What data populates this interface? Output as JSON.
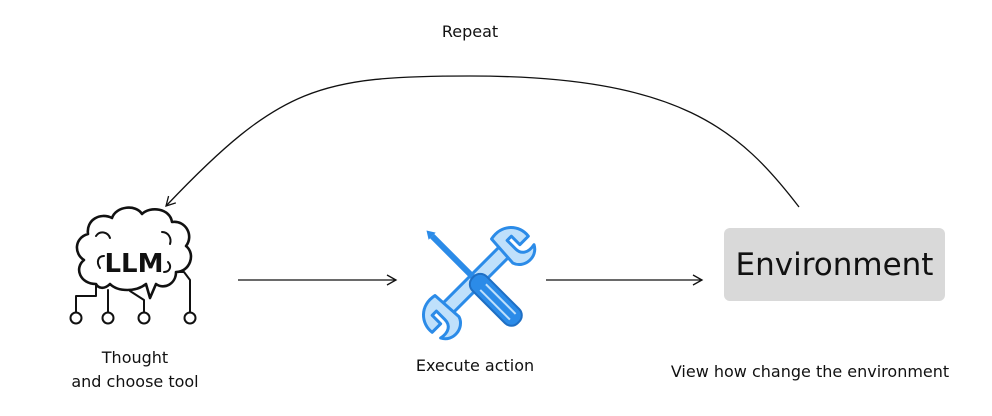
{
  "diagram": {
    "loop_label": "Repeat",
    "llm_badge": "LLM",
    "nodes": {
      "llm_caption_line1": "Thought",
      "llm_caption_line2": "and choose tool",
      "tool_caption": "Execute action",
      "environment_label": "Environment",
      "environment_caption": "View how change the environment"
    },
    "colors": {
      "tool_blue": "#2b8be8",
      "tool_light": "#bfe0fb",
      "environment_box": "#d9d9d9",
      "stroke": "#111111"
    },
    "icons": [
      "brain-circuit-icon",
      "wrench-screwdriver-icon"
    ]
  }
}
